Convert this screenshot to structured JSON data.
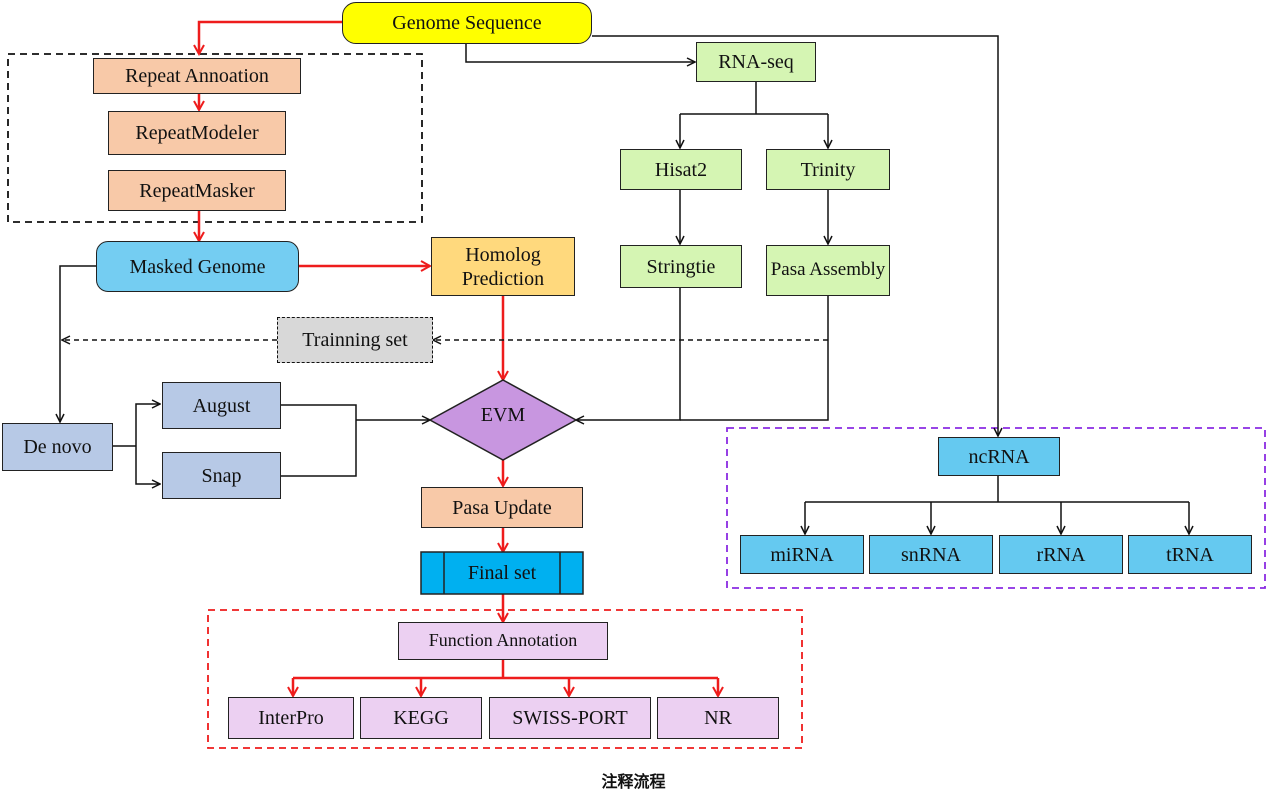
{
  "nodes": {
    "genome_sequence": "Genome Sequence",
    "repeat_annotation": "Repeat Annoation",
    "repeat_modeler": "RepeatModeler",
    "repeat_masker": "RepeatMasker",
    "masked_genome": "Masked Genome",
    "homolog_prediction": "Homolog Prediction",
    "training_set": "Trainning set",
    "de_novo": "De novo",
    "august": "August",
    "snap": "Snap",
    "evm": "EVM",
    "pasa_update": "Pasa Update",
    "final_set": "Final set",
    "function_annotation": "Function Annotation",
    "interpro": "InterPro",
    "kegg": "KEGG",
    "swiss_port": "SWISS-PORT",
    "nr": "NR",
    "rna_seq": "RNA-seq",
    "hisat2": "Hisat2",
    "trinity": "Trinity",
    "stringtie": "Stringtie",
    "pasa_assembly": "Pasa Assembly",
    "ncrna": "ncRNA",
    "mirna": "miRNA",
    "snrna": "snRNA",
    "rrna": "rRNA",
    "trna": "tRNA"
  },
  "caption": "注释流程",
  "colors": {
    "red_edge": "#ee1c1c",
    "black_edge": "#111111",
    "repeat_box": "#f8c9a8",
    "rna_box": "#d5f5b3",
    "gene_box": "#b7c9e6",
    "ncrna_box": "#65c9f0",
    "evm": "#c896e0",
    "final_set": "#00b0f0",
    "genome": "#ffff00",
    "function_box": "#ecd0f2",
    "function_group_border": "#ee1c1c",
    "ncrna_group_border": "#8a2be2"
  }
}
